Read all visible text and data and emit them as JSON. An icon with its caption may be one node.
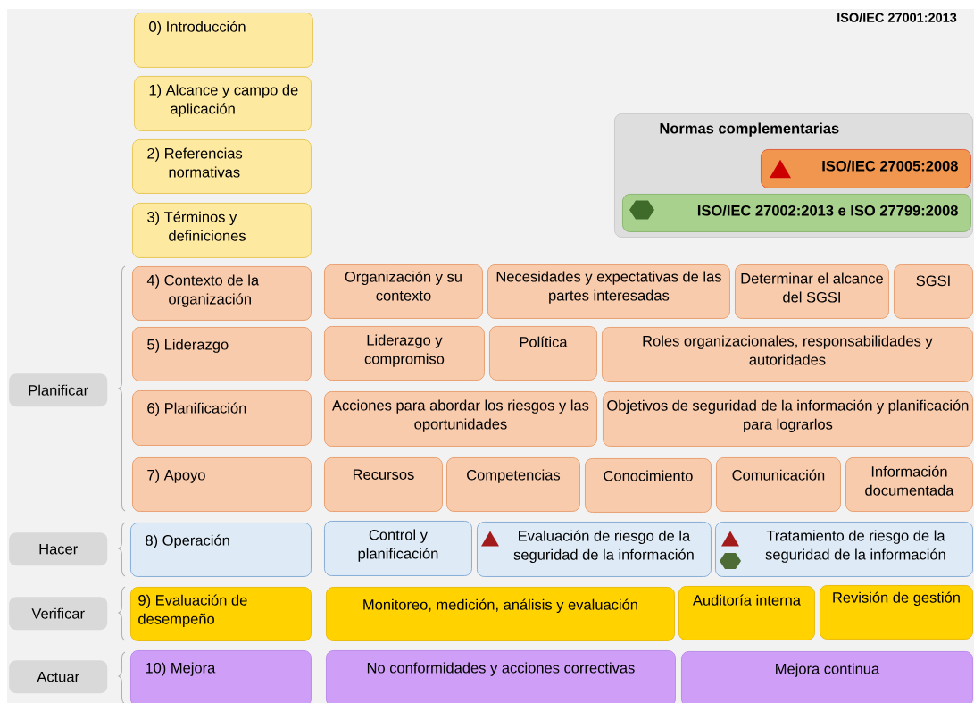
{
  "diagram": {
    "title": "ISO/IEC 27001:2013",
    "nodes": [
      {
        "text": [
          "0) Introducción"
        ]
      },
      {
        "text": [
          "1) Alcance y campo de aplicación"
        ]
      },
      {
        "text": [
          "2) Referencias normativas"
        ]
      },
      {
        "text": [
          "3) Términos y definiciones"
        ]
      },
      {
        "text": [
          "Normas complementarias"
        ]
      },
      {
        "text": [
          "ISO/IEC 27005:2008"
        ],
        "in": 4
      },
      {
        "text": [
          "ISO/IEC 27002:2013 e ISO 27799:2008"
        ],
        "in": 4
      },
      {
        "text": [
          "Planificar"
        ]
      },
      {
        "text": [
          "4) Contexto de la organización"
        ]
      },
      {
        "text": [
          "Organización y su contexto"
        ]
      },
      {
        "text": [
          "Necesidades y expectativas de las partes interesadas"
        ]
      },
      {
        "text": [
          "Determinar el alcance del SGSI"
        ]
      },
      {
        "text": [
          "SGSI"
        ]
      },
      {
        "text": [
          "5) Liderazgo"
        ]
      },
      {
        "text": [
          "Liderazgo y compromiso"
        ]
      },
      {
        "text": [
          "Política"
        ]
      },
      {
        "text": [
          "Roles organizacionales, responsabilidades y autoridades"
        ]
      },
      {
        "text": [
          "6) Planificación"
        ]
      },
      {
        "text": [
          "Acciones para abordar los riesgos y las oportunidades"
        ]
      },
      {
        "text": [
          "Objetivos de seguridad de la información y planificación para lograrlos"
        ]
      },
      {
        "text": [
          "7) Apoyo"
        ]
      },
      {
        "text": [
          "Recursos"
        ]
      },
      {
        "text": [
          "Competencias"
        ]
      },
      {
        "text": [
          "Conocimiento"
        ]
      },
      {
        "text": [
          "Comunicación"
        ]
      },
      {
        "text": [
          "Información documentada"
        ]
      },
      {
        "text": [
          "Hacer"
        ]
      },
      {
        "text": [
          "8) Operación"
        ]
      },
      {
        "text": [
          "Control y planificación"
        ]
      },
      {
        "text": [
          "Evaluación de riesgo de la seguridad de la información"
        ]
      },
      {
        "text": [
          "Tratamiento de riesgo de la seguridad de la información"
        ]
      },
      {
        "text": [
          "Verificar"
        ]
      },
      {
        "text": [
          "9) Evaluación de desempeño"
        ]
      },
      {
        "text": [
          "Monitoreo, medición, análisis y evaluación"
        ]
      },
      {
        "text": [
          "Auditoría interna"
        ]
      },
      {
        "text": [
          "Revisión de gestión"
        ]
      },
      {
        "text": [
          "Actuar"
        ]
      },
      {
        "text": [
          "10) Mejora"
        ]
      },
      {
        "text": [
          "No conformidades y acciones correctivas"
        ]
      },
      {
        "text": [
          "Mejora continua"
        ]
      }
    ]
  }
}
